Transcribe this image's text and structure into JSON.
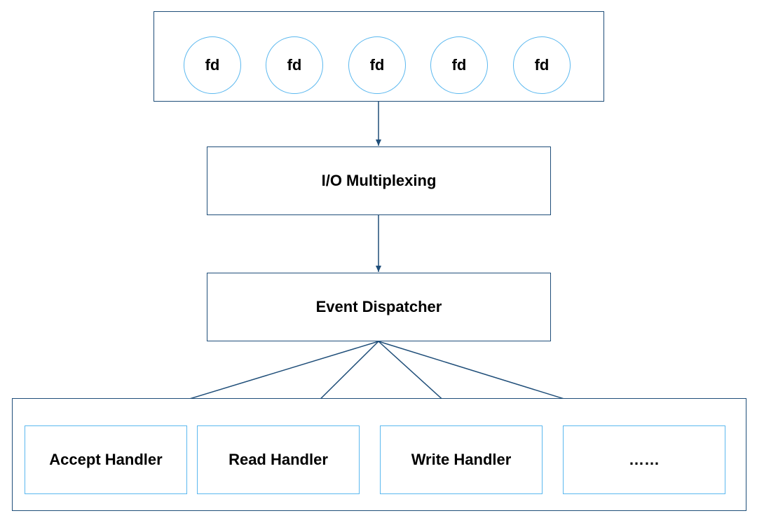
{
  "colors": {
    "box_border": "#1f4e79",
    "circle_border": "#5bb8ef",
    "handler_border": "#5bb8ef",
    "arrow": "#1f4e79"
  },
  "fds": [
    "fd",
    "fd",
    "fd",
    "fd",
    "fd"
  ],
  "io_multiplexing": {
    "label": "I/O Multiplexing"
  },
  "event_dispatcher": {
    "label": "Event Dispatcher"
  },
  "handlers": [
    {
      "label": "Accept Handler"
    },
    {
      "label": "Read Handler"
    },
    {
      "label": "Write Handler"
    },
    {
      "label": "……"
    }
  ]
}
